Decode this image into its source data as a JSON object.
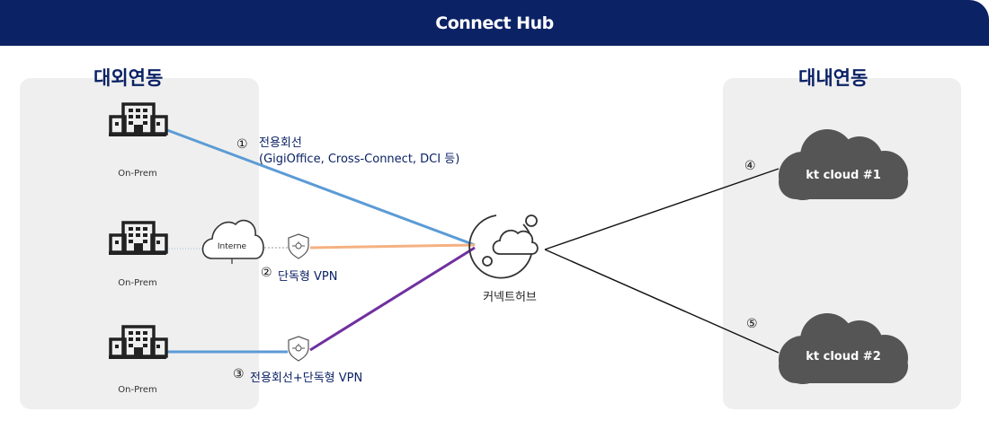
{
  "header": {
    "title": "Connect Hub"
  },
  "sections": {
    "external": "대외연동",
    "internal": "대내연동"
  },
  "onprem": [
    {
      "label": "On-Prem"
    },
    {
      "label": "On-Prem"
    },
    {
      "label": "On-Prem"
    }
  ],
  "internet": {
    "label": "Interne"
  },
  "connections": {
    "c1": {
      "num": "①",
      "line1": "전용회선",
      "line2": "(GigiOffice, Cross-Connect, DCI 등)"
    },
    "c2": {
      "num": "②",
      "text": "단독형 VPN"
    },
    "c3": {
      "num": "③",
      "text": "전용회선+단독형 VPN"
    },
    "c4": {
      "num": "④"
    },
    "c5": {
      "num": "⑤"
    }
  },
  "hub": {
    "label": "커넥트허브"
  },
  "clouds": [
    {
      "label": "kt cloud #1"
    },
    {
      "label": "kt cloud #2"
    }
  ],
  "colors": {
    "header": "#0b2265",
    "panel": "#efefef",
    "line_dedicated": "#5b9bd5",
    "line_vpn": "#f4b183",
    "line_combined": "#7030a0",
    "cloud": "#555555"
  },
  "icons": [
    "building-icon",
    "internet-cloud-icon",
    "vpn-shield-icon",
    "hub-cloud-icon",
    "cloud-icon"
  ]
}
